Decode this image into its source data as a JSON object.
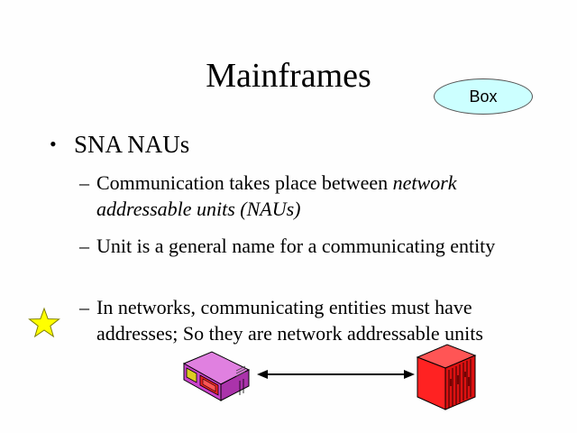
{
  "slide": {
    "title": "Mainframes",
    "box_label": "Box",
    "bullet": {
      "marker": "•",
      "text": "SNA NAUs"
    },
    "sub_bullets": [
      {
        "marker": "–",
        "text_plain": "Communication takes place between ",
        "text_italic": "network addressable units (NAUs)"
      },
      {
        "marker": "–",
        "text_plain": "Unit is a general name for a communicating entity"
      },
      {
        "marker": "–",
        "text_plain": "In networks, communicating entities must have addresses; So they are network addressable units"
      }
    ],
    "icons": {
      "star": "star-icon",
      "terminal": "terminal-device-icon",
      "mainframe": "mainframe-icon",
      "arrow": "bidirectional-arrow-icon"
    },
    "colors": {
      "oval_fill": "#ccffff",
      "star_fill": "#ffff00",
      "terminal_fill": "#dd66dd",
      "mainframe_fill": "#ff2222"
    }
  }
}
